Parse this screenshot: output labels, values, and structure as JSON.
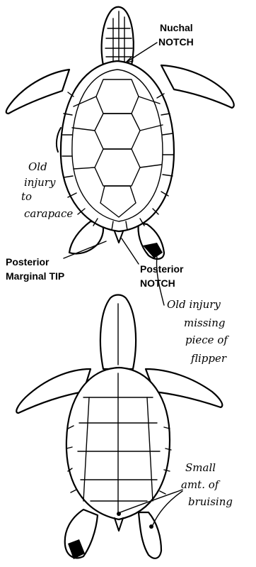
{
  "dorsal": {
    "labels": {
      "nuchal_line1": "Nuchal",
      "nuchal_line2": "NOTCH",
      "posterior_marginal_line1": "Posterior",
      "posterior_marginal_line2": "Marginal TIP",
      "posterior_notch_line1": "Posterior",
      "posterior_notch_line2": "NOTCH"
    },
    "handwritten": {
      "carapace_injury": [
        "Old",
        "injury",
        "to",
        "carapace"
      ],
      "flipper_injury": [
        "Old injury",
        "missing",
        "piece of",
        "flipper"
      ]
    }
  },
  "ventral": {
    "handwritten": {
      "bruising": [
        "Small",
        "amt. of",
        "bruising"
      ]
    }
  }
}
